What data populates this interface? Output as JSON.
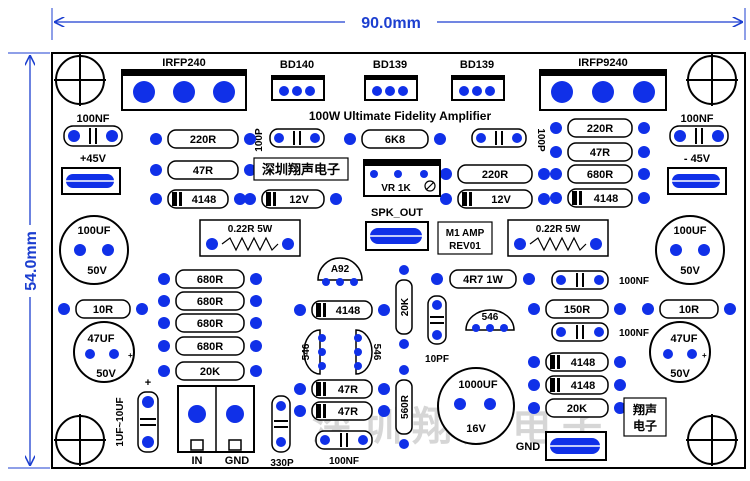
{
  "dimensions": {
    "width": "90.0mm",
    "height": "54.0mm"
  },
  "colors": {
    "dim": "#1c3fd0",
    "pad": "#1030e8",
    "ink": "#000000",
    "watermark": "#c9c9c9"
  },
  "power_devices": {
    "left": "IRFP240",
    "bd140": "BD140",
    "bd139_a": "BD139",
    "bd139_b": "BD139",
    "right": "IRFP9240"
  },
  "title": "100W Ultimate Fidelity Amplifier",
  "top_left": {
    "cap_nf": "100NF",
    "voltage": "+45V",
    "label_100p": "100P"
  },
  "top_right": {
    "cap_nf": "100NF",
    "voltage": "- 45V",
    "label_100p": "100P"
  },
  "resistors_center_left": [
    "220R",
    "47R",
    "4148",
    "12V"
  ],
  "brand_cn": "深圳翔声电子",
  "center": {
    "r_6k8": "6K8",
    "vr": "VR 1K",
    "spk_out": "SPK_OUT",
    "m1": "M1 AMP",
    "rev": "REV01"
  },
  "resistors_center_right": [
    "220R",
    "12V"
  ],
  "resistors_right_col": [
    "220R",
    "47R",
    "680R",
    "4148"
  ],
  "big_caps": {
    "left_value": "100UF",
    "left_volt": "50V",
    "right_value": "100UF",
    "right_volt": "50V"
  },
  "emitter_resistors": {
    "left": "0.22R 5W",
    "right": "0.22R 5W"
  },
  "left_stack": [
    "680R",
    "680R",
    "680R",
    "680R",
    "20K"
  ],
  "r_10r": "10R",
  "cap47_left": {
    "value": "47UF",
    "volt": "50V"
  },
  "cap47_right": {
    "value": "47UF",
    "volt": "50V"
  },
  "a92": "A92",
  "diode_mid": "4148",
  "t546": [
    "546",
    "546",
    "546"
  ],
  "r_20k_vertical": "20K",
  "r_560r_vertical": "560R",
  "cap_10pf": "10PF",
  "r_4r7": "4R7 1W",
  "cap_100nf_mid": "100NF",
  "r_150r": "150R",
  "cap_100nf_mid2": "100NF",
  "r_10r_right": "10R",
  "cap_1000uf": {
    "value": "1000UF",
    "volt": "16V"
  },
  "diodes_right": [
    "4148",
    "4148"
  ],
  "r_20k_right": "20K",
  "brand_cn_small": [
    "翔声",
    "电子"
  ],
  "bottom_47r": [
    "47R",
    "47R"
  ],
  "bottom_100nf": "100NF",
  "input_cap": "1UF~10UF",
  "plus_sign": "+",
  "input_labels": {
    "in": "IN",
    "gnd": "GND"
  },
  "cap_330p": "330P",
  "gnd_right": "GND",
  "watermark": "深圳翔声电子"
}
